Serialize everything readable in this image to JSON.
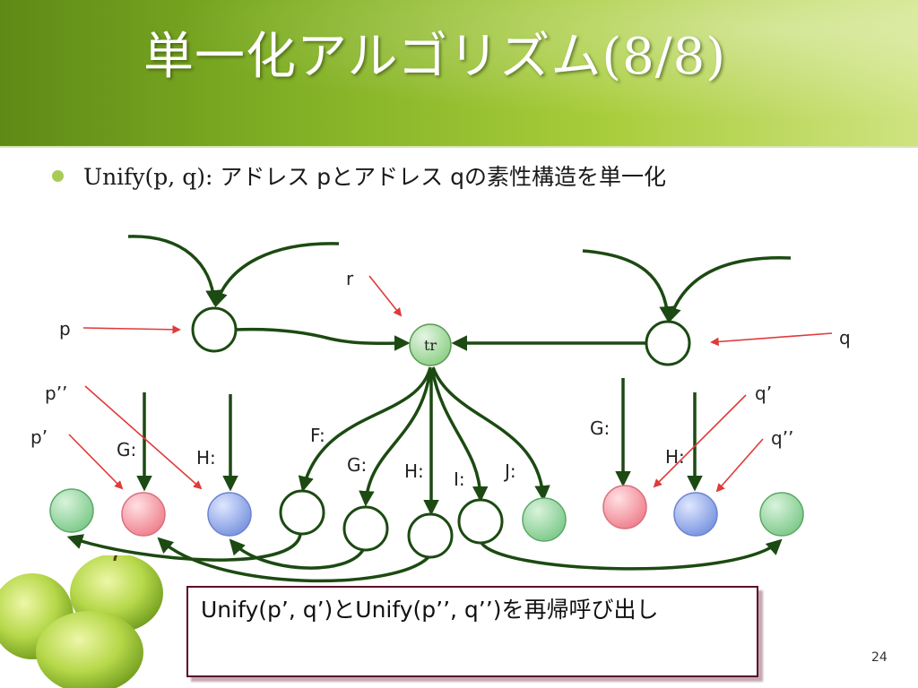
{
  "slide": {
    "title": "単一化アルゴリズム(8/8)",
    "bullet_prefix": "Unify(p, q):",
    "bullet_text": " アドレス pとアドレス qの素性構造を単一化",
    "note_text": "Unify(p’, q’)とUnify(p’’, q’’)を再帰呼び出し",
    "page_number": "24"
  },
  "diagram": {
    "labels": {
      "p": "p",
      "q": "q",
      "r": "r",
      "p_prime": "p’",
      "p_dprime": "p’’",
      "q_prime": "q’",
      "q_dprime": "q’’",
      "node_tr": "tr",
      "left_g": "G:",
      "left_h": "H:",
      "center_f": "F:",
      "center_g": "G:",
      "center_h": "H:",
      "center_i": "I:",
      "center_j": "J:",
      "right_g": "G:",
      "right_h": "H:"
    },
    "colors": {
      "edge": "#1c4a12",
      "pointer": "#e03a3a",
      "node_green": "#8fd79a",
      "node_red": "#f59aa4",
      "node_blue": "#8fa8ea",
      "node_white": "#ffffff",
      "note_border": "#5a0c2a",
      "bullet_dot": "#a9cb55"
    }
  }
}
